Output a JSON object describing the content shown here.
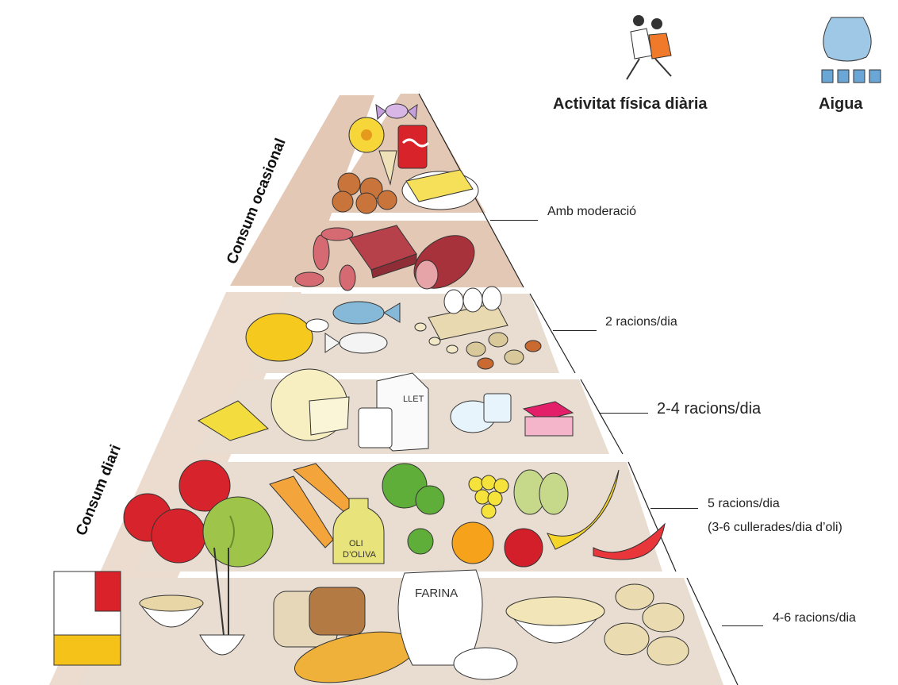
{
  "header": {
    "activity_label": "Activitat física diària",
    "water_label": "Aigua"
  },
  "side_bands": {
    "occasional": "Consum ocasional",
    "daily": "Consum diari"
  },
  "tiers": [
    {
      "id": "top",
      "serving_label": "Amb moderació",
      "foods": [
        "candy",
        "flower-candy",
        "soda-can",
        "ice-cream-cone",
        "cookies",
        "butter"
      ]
    },
    {
      "id": "meats",
      "serving_label": "",
      "foods": [
        "sausages",
        "cured-ham",
        "salami"
      ]
    },
    {
      "id": "protein",
      "serving_label": "2 racions/dia",
      "foods": [
        "roast-chicken",
        "fish",
        "eggs",
        "nuts",
        "legumes"
      ]
    },
    {
      "id": "dairy",
      "serving_label": "2-4 racions/dia",
      "milk_carton_text": "LLET",
      "foods": [
        "cheese-wedge",
        "cheese-wheel",
        "milk-carton",
        "glass-of-milk",
        "yogurt",
        "jelly-dessert"
      ]
    },
    {
      "id": "fruit-veg",
      "serving_label": "5 racions/dia",
      "serving_sublabel": "(3-6 cullerades/dia d’oli)",
      "oil_bottle_text": [
        "OLI",
        "D’OLIVA"
      ],
      "foods": [
        "tomatoes",
        "lettuce",
        "carrots",
        "olive-oil",
        "broccoli",
        "grapes",
        "pears",
        "orange",
        "apple",
        "bananas",
        "watermelon"
      ]
    },
    {
      "id": "grains",
      "serving_label": "4-6 racions/dia",
      "flour_sack_text": "FARINA",
      "foods": [
        "cereal-box",
        "cereal-bowl",
        "rice-bowl",
        "crackers",
        "bread-loaf",
        "baguette",
        "flour-sack",
        "pasta-colander",
        "potatoes"
      ]
    }
  ],
  "colors": {
    "tier_fill": "#e8ddd0",
    "occasional_fill": "#e4c8b6",
    "side_band_fill": "#ecdccf",
    "separator": "#ffffff"
  }
}
